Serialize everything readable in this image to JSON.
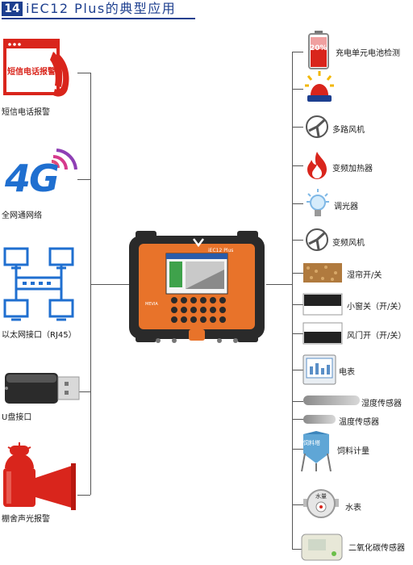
{
  "header": {
    "number": "14",
    "title": "iEC12 Plus的典型应用"
  },
  "left_items": [
    {
      "label": "短信电话报警",
      "icon_text": "短信电话报警"
    },
    {
      "label": "全网通网络",
      "icon_text": "4G"
    },
    {
      "label": "以太网接口（RJ45）"
    },
    {
      "label": "U盘接口"
    },
    {
      "label": "棚舍声光报警"
    }
  ],
  "right_items": [
    {
      "label": "充电单元电池检测",
      "icon_text": "20%"
    },
    {
      "label": ""
    },
    {
      "label": "多路风机"
    },
    {
      "label": "变频加热器"
    },
    {
      "label": "调光器"
    },
    {
      "label": "变频风机"
    },
    {
      "label": "湿帘开/关"
    },
    {
      "label": "小窗关（开/关）"
    },
    {
      "label": "风门开（开/关）"
    },
    {
      "label": "电表"
    },
    {
      "label": "湿度传感器"
    },
    {
      "label": "温度传感器"
    },
    {
      "label": "饲料计量",
      "icon_text": "饲料塔"
    },
    {
      "label": "水表",
      "icon_text": "水量"
    },
    {
      "label": "二氧化碳传感器"
    }
  ],
  "device": {
    "brand": "iEC12 Plus",
    "model_text": "MEVIA"
  },
  "colors": {
    "accent": "#1d3f8f",
    "device_orange": "#e8732a",
    "alarm_red": "#d9251c",
    "line": "#555555"
  }
}
